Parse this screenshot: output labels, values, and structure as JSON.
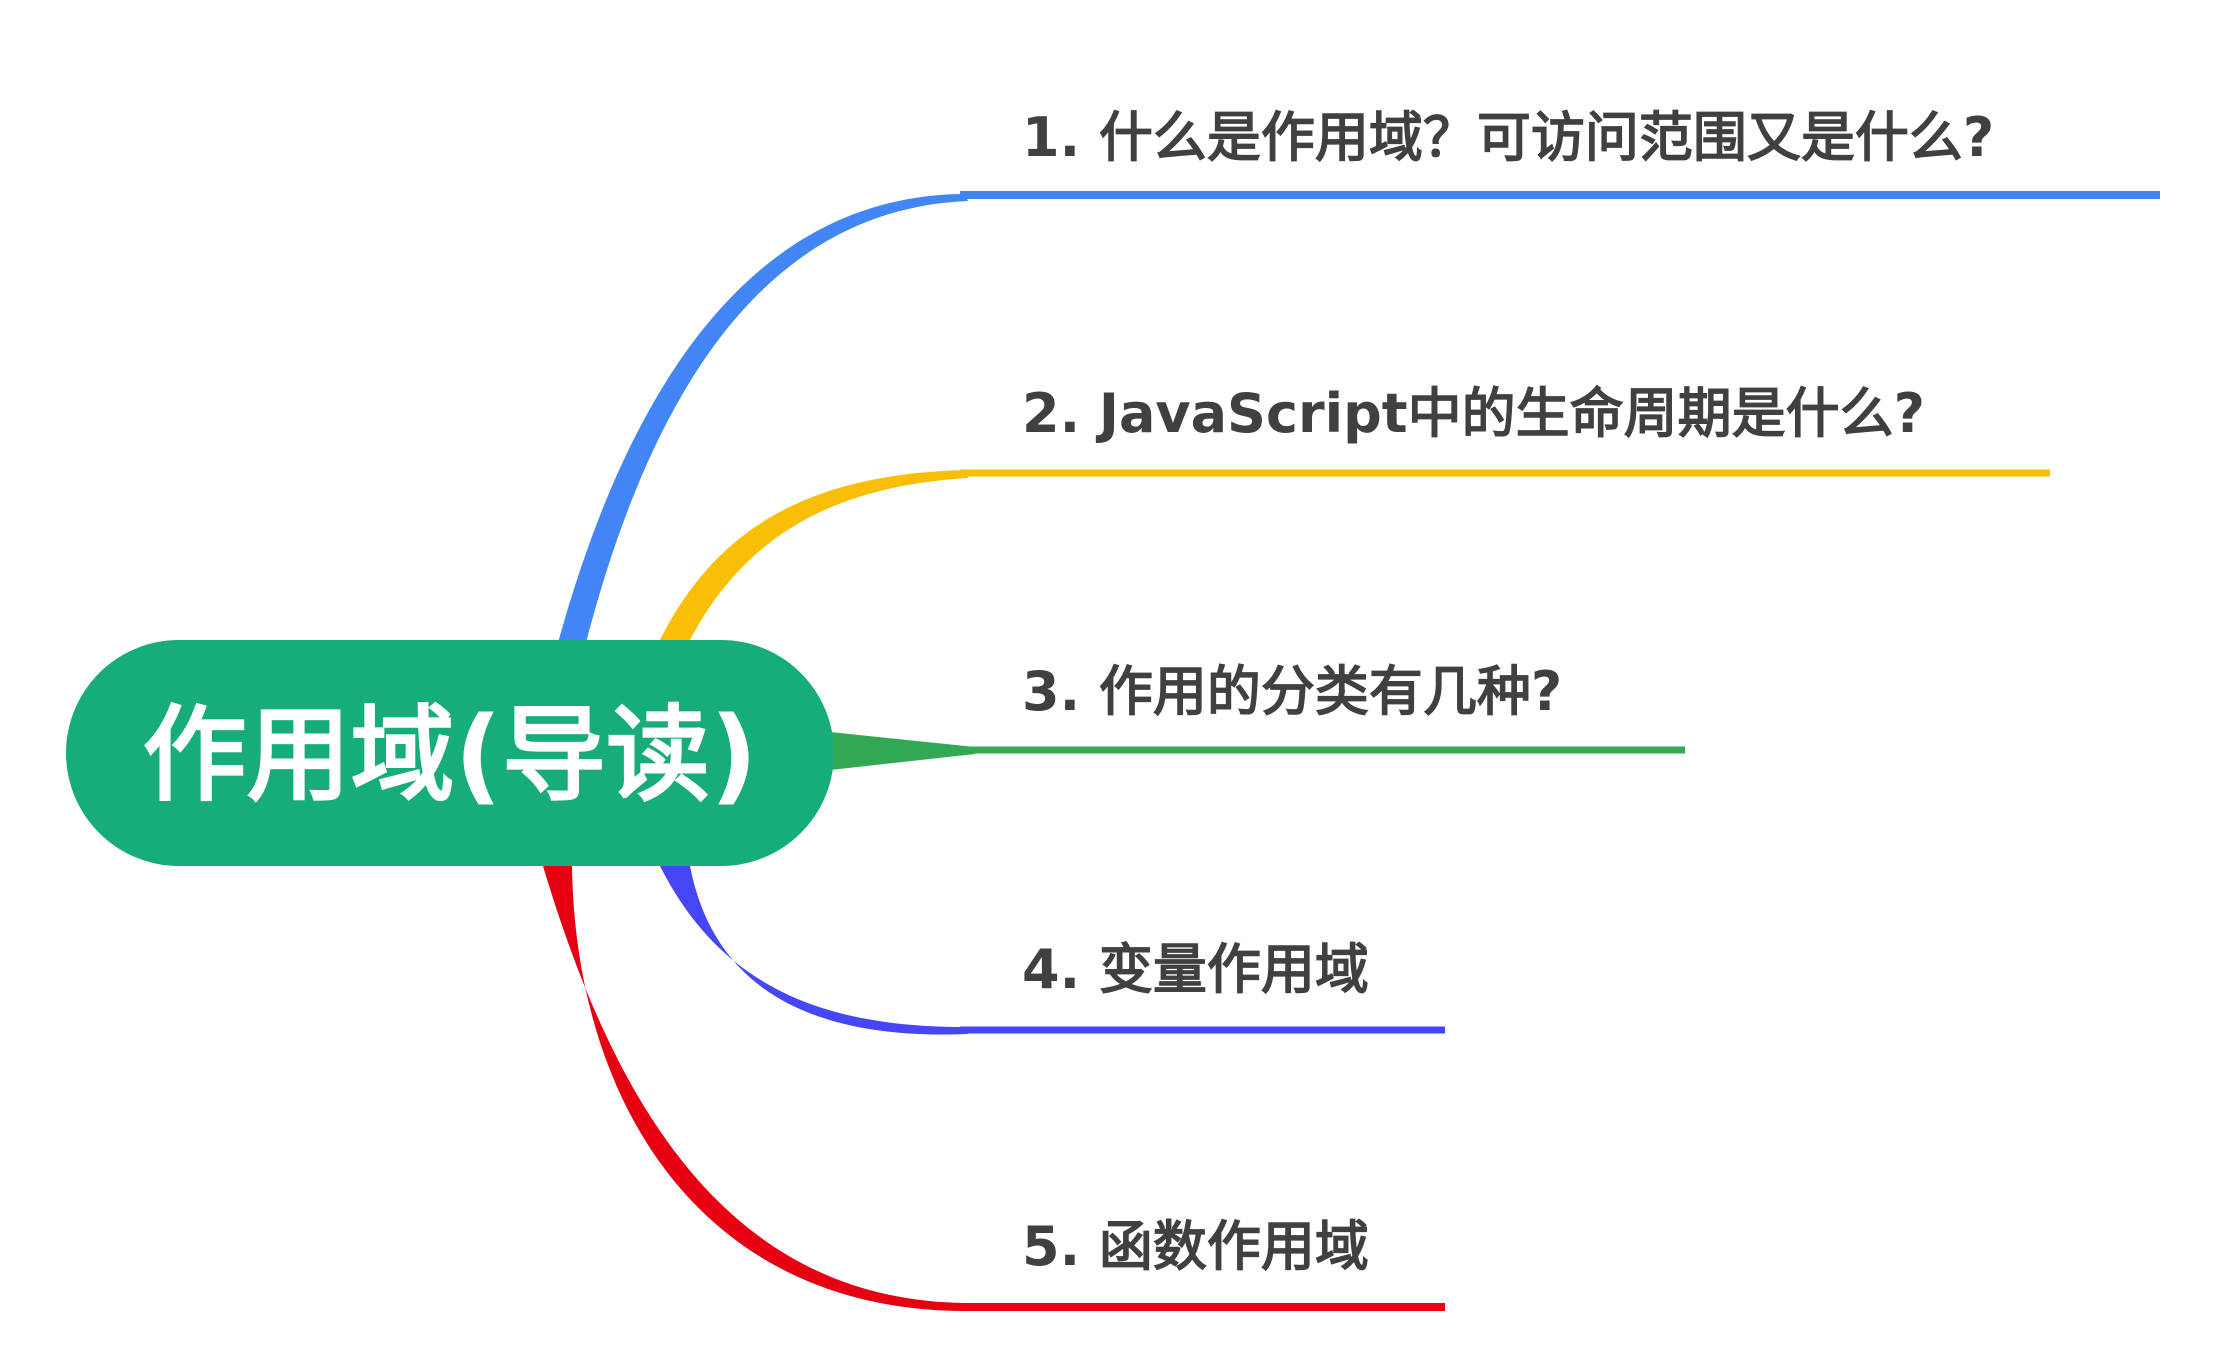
{
  "root": {
    "label": "作用域(导读)",
    "color": "#16ad78"
  },
  "branches": [
    {
      "label": "1. 什么是作用域？可访问范围又是什么?",
      "color": "#4285f4"
    },
    {
      "label": "2. JavaScript中的生命周期是什么?",
      "color": "#f8bf06"
    },
    {
      "label": "3. 作用的分类有几种?",
      "color": "#33a853"
    },
    {
      "label": "4. 变量作用域",
      "color": "#4646f6"
    },
    {
      "label": "5. 函数作用域",
      "color": "#e60012"
    }
  ]
}
